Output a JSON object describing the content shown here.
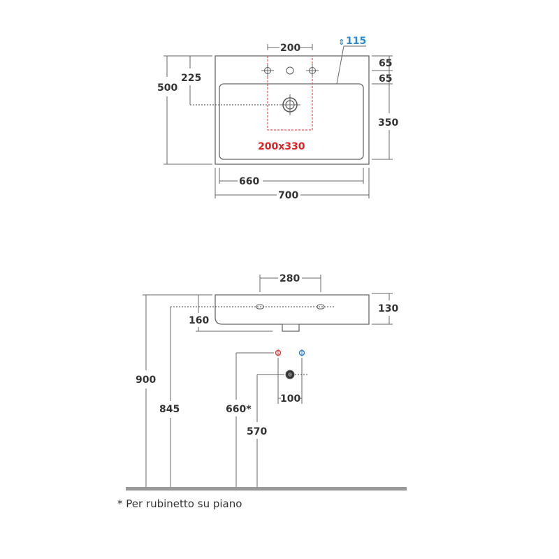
{
  "top_view": {
    "dim_200": "200",
    "dim_115": "115",
    "dim_65_top": "65",
    "dim_65_bottom": "65",
    "dim_225": "225",
    "dim_500": "500",
    "dim_350": "350",
    "cutout": "200x330",
    "dim_660": "660",
    "dim_700": "700"
  },
  "side_view": {
    "dim_280": "280",
    "dim_130": "130",
    "dim_160": "160",
    "dim_900": "900",
    "dim_845": "845",
    "dim_660": "660*",
    "dim_570": "570",
    "dim_100": "100"
  },
  "footnote": "* Per rubinetto su piano",
  "colors": {
    "line": "#555555",
    "cutout_red": "#e02020",
    "overflow_blue": "#2a8ad0",
    "hot_red": "#e04040",
    "cold_blue": "#3080d0",
    "floor": "#999999"
  }
}
